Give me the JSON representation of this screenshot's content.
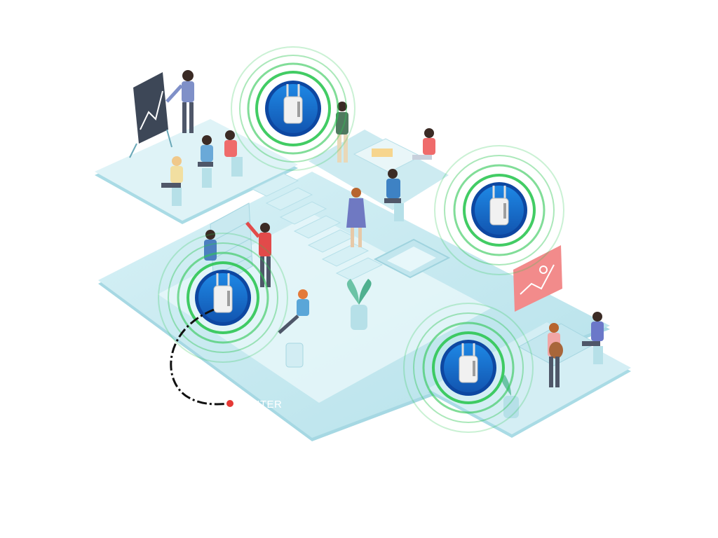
{
  "labels": {
    "router": "ROUTER"
  },
  "access_points": [
    {
      "id": "ap-top"
    },
    {
      "id": "ap-right"
    },
    {
      "id": "ap-left"
    },
    {
      "id": "ap-bottom-right"
    }
  ],
  "colors": {
    "floor": "#bfe6ee",
    "floor_light": "#e6f6f9",
    "floor_edge": "#a9dbe5",
    "signal": "#2dc653",
    "ap_outer": "#1565c0",
    "ap_inner": "#1976d2",
    "cable": "#111111",
    "router_dot": "#e53935",
    "board_red": "#f28b8b"
  }
}
